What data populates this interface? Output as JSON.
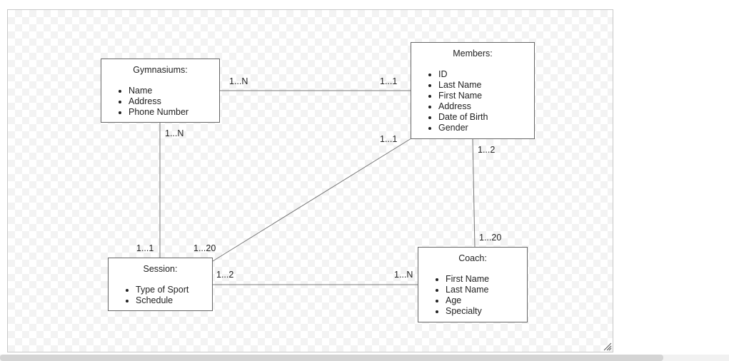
{
  "entities": {
    "gymnasiums": {
      "title": "Gymnasiums:",
      "attributes": [
        "Name",
        "Address",
        "Phone Number"
      ]
    },
    "members": {
      "title": "Members:",
      "attributes": [
        "ID",
        "Last Name",
        "First Name",
        "Address",
        "Date of Birth",
        "Gender"
      ]
    },
    "session": {
      "title": "Session:",
      "attributes": [
        "Type of Sport",
        "Schedule"
      ]
    },
    "coach": {
      "title": "Coach:",
      "attributes": [
        "First Name",
        "Last Name",
        "Age",
        "Specialty"
      ]
    }
  },
  "cardinalities": {
    "gym_members_gym": "1...N",
    "gym_members_members": "1...1",
    "gym_session_gym": "1...N",
    "gym_session_session": "1...1",
    "members_session_members": "1...1",
    "members_session_session": "1...20",
    "members_coach_members": "1...2",
    "members_coach_coach": "1...20",
    "session_coach_session": "1...2",
    "session_coach_coach": "1...N"
  },
  "colors": {
    "line": "#777777",
    "border": "#666666"
  }
}
